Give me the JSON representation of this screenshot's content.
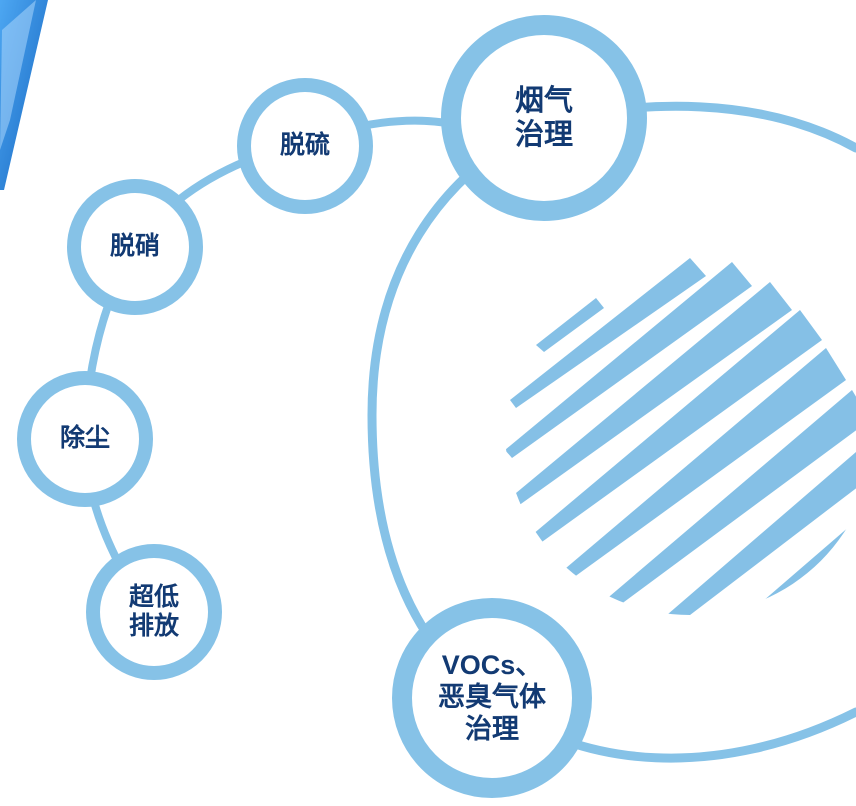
{
  "colors": {
    "ring": "#86c2e7",
    "text": "#123a73",
    "stripes": "#85c0e6",
    "corner_dark": "#1565c0",
    "corner_light": "#4da7f2"
  },
  "nodes": {
    "chucheng": "除尘",
    "tuoxiao": "脱硝",
    "tuoliu": "脱硫",
    "yanqi": {
      "line1": "烟气",
      "line2": "治理"
    },
    "chaodi": {
      "line1": "超低",
      "line2": "排放"
    },
    "vocs": {
      "line1": "VOCs、",
      "line2": "恶臭气体",
      "line3": "治理"
    }
  }
}
